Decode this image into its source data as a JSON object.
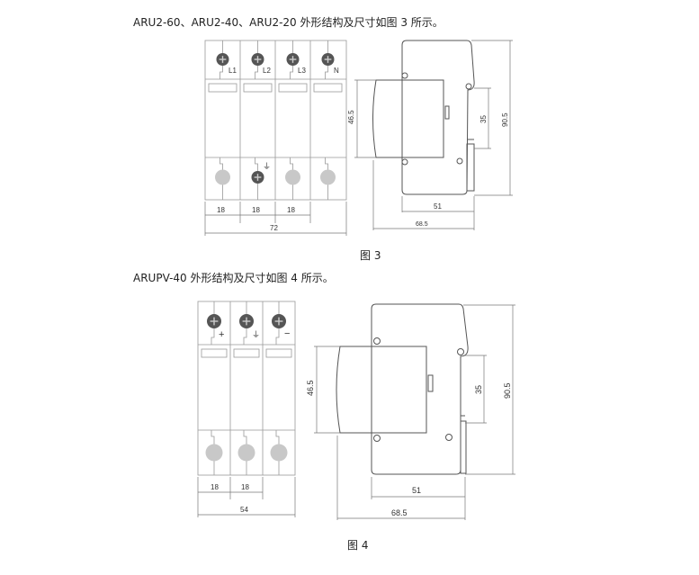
{
  "paragraphs": {
    "fig3_intro": "ARU2-60、ARU2-40、ARU2-20 外形结构及尺寸如图 3 所示。",
    "fig4_intro": "ARUPV-40 外形结构及尺寸如图 4 所示。"
  },
  "figure3": {
    "caption": "图 3",
    "terminal_labels": [
      "L1",
      "L2",
      "L3",
      "N"
    ],
    "module_widths": [
      "18",
      "18",
      "18"
    ],
    "total_width": "72",
    "height_cap": "46.5",
    "rail": "35",
    "height_total": "90.5",
    "depth_body": "51",
    "depth_total": "68.5"
  },
  "figure4": {
    "caption": "图 4",
    "terminal_labels": [
      "+",
      "⏚",
      "−"
    ],
    "module_widths": [
      "18",
      "18"
    ],
    "total_width": "54",
    "height_cap": "46.5",
    "rail": "35",
    "height_total": "90.5",
    "depth_body": "51",
    "depth_total": "68.5"
  }
}
